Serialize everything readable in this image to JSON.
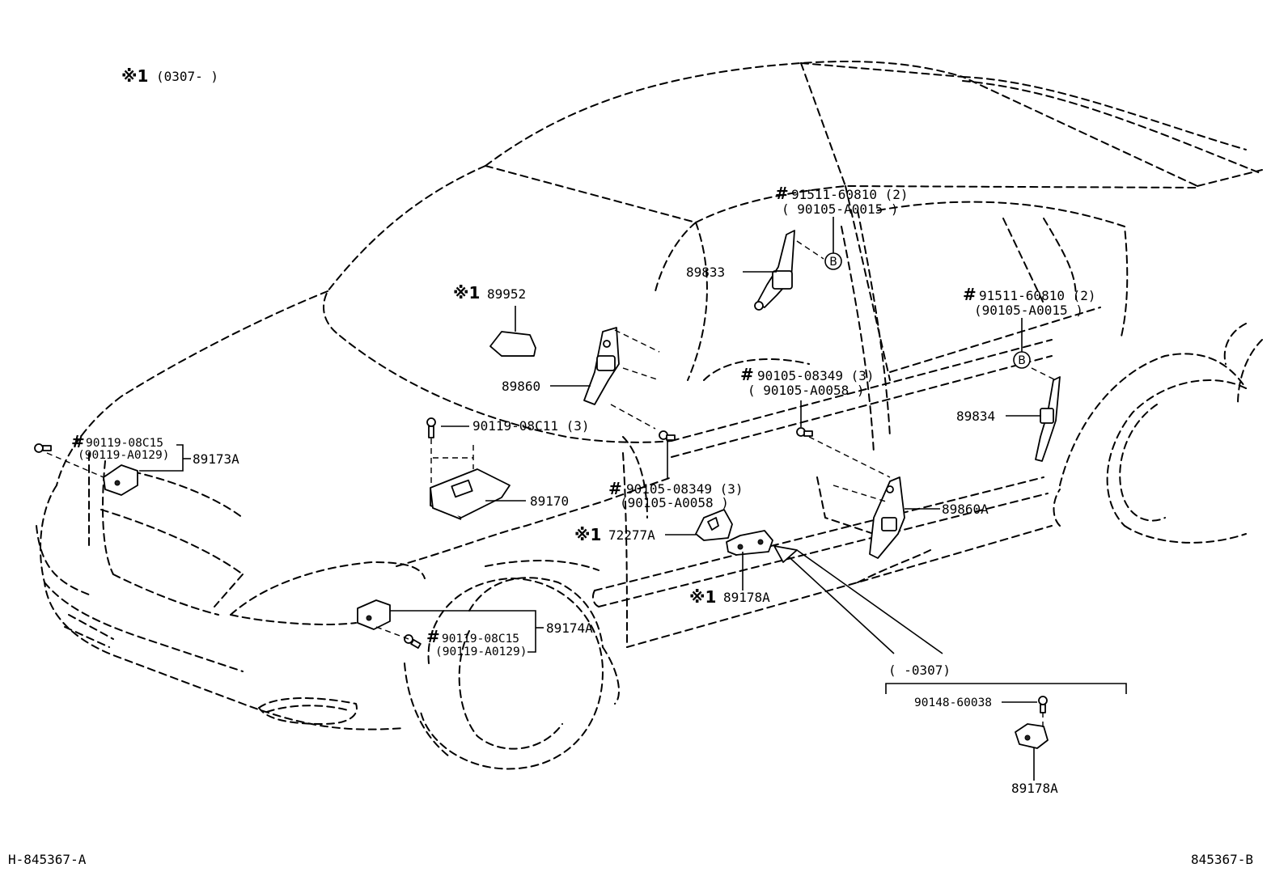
{
  "header_note": {
    "mark": "※1",
    "text": "(0307-      )"
  },
  "footer": {
    "left_code": "H-845367-A",
    "right_code": "845367-B"
  },
  "symbols": {
    "hash": "#",
    "note": "※1",
    "ref_b": "B"
  },
  "callouts": {
    "p91511_top": {
      "line1": "91511-60810 (2)",
      "line2": "( 90105-A0015 )"
    },
    "p91511_right": {
      "line1": "91511-60810 (2)",
      "line2": "(90105-A0015 )"
    },
    "p89833": "89833",
    "p89952": "89952",
    "p89860": "89860",
    "p90105_mid": {
      "line1": "90105-08349 (3)",
      "line2": "( 90105-A0058 )"
    },
    "p89834": "89834",
    "p90119_c11": "90119-08C11 (3)",
    "p90119_left": {
      "line1": "90119-08C15",
      "line2": "(90119-A0129)"
    },
    "p89173a": "89173A",
    "p89170": "89170",
    "p90105_low": {
      "line1": "90105-08349 (3)",
      "line2": "(90105-A0058 )"
    },
    "p72277a": "72277A",
    "p89860a": "89860A",
    "p89178a_note": "89178A",
    "p89174a": "89174A",
    "p90119_low": {
      "line1": "90119-08C15",
      "line2": "(90119-A0129)"
    },
    "inset_range": "(       -0307)",
    "p90148": "90148-60038",
    "p89178a_inset": "89178A"
  }
}
